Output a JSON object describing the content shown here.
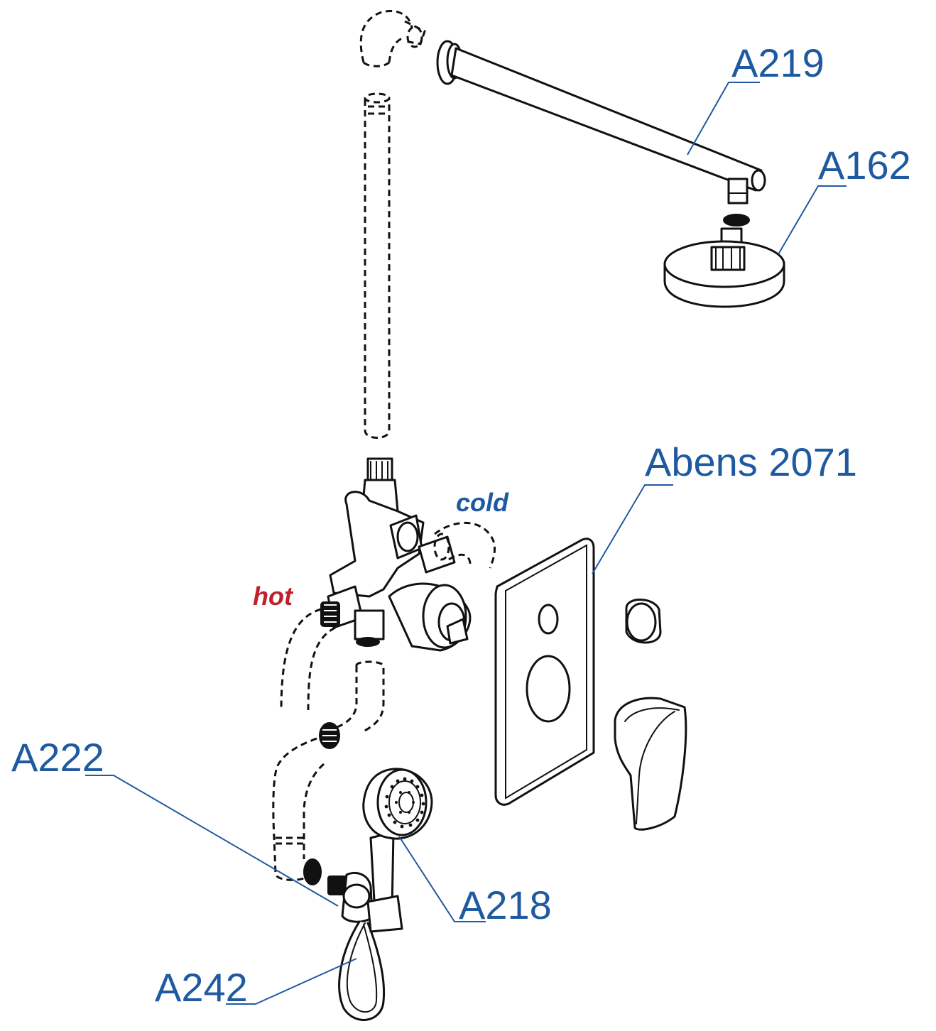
{
  "labels": {
    "a219": "A219",
    "a162": "A162",
    "abens": "Abens 2071",
    "cold": "cold",
    "hot": "hot",
    "a222": "A222",
    "a218": "A218",
    "a242": "A242"
  },
  "colors": {
    "label_blue": "#1f5aa0",
    "hot_red": "#c0202a",
    "cold_blue": "#1f5aa0",
    "line": "#111111"
  }
}
